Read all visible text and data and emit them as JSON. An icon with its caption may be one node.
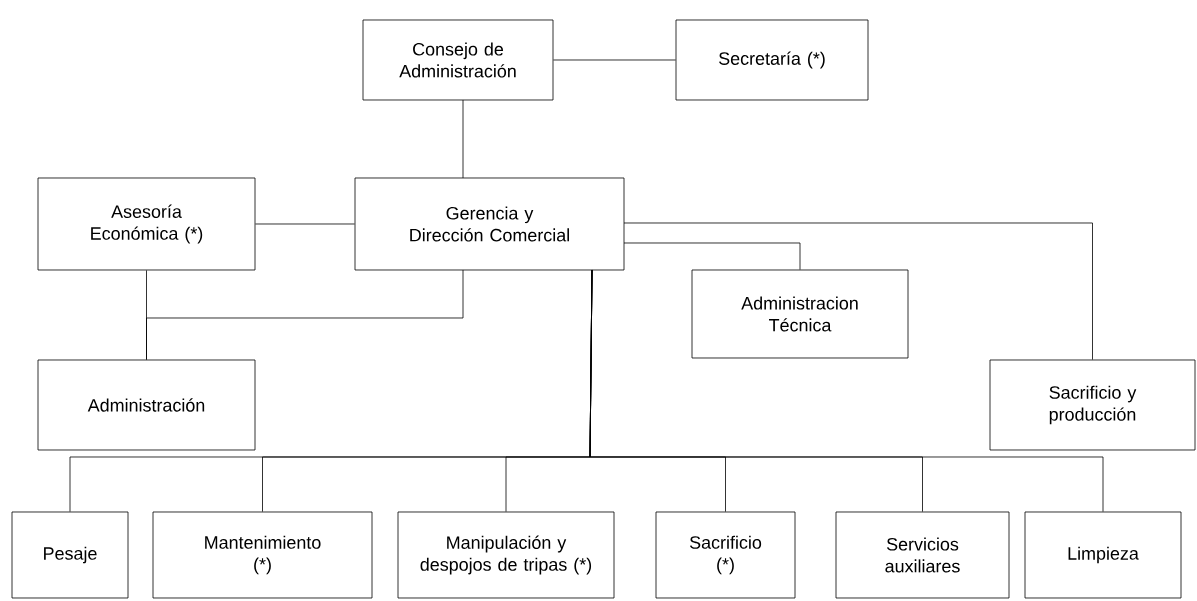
{
  "diagram": {
    "nodes": [
      {
        "text": [
          "Consejo de Administración"
        ]
      },
      {
        "text": [
          "Secretaría (*)"
        ]
      },
      {
        "text": [
          "Asesoría Económica (*)"
        ]
      },
      {
        "text": [
          "Gerencia y Dirección Comercial"
        ]
      },
      {
        "text": [
          "Administracion Técnica"
        ]
      },
      {
        "text": [
          "Administración"
        ]
      },
      {
        "text": [
          "Sacrificio y producción"
        ]
      },
      {
        "text": [
          "Pesaje"
        ]
      },
      {
        "text": [
          "Mantenimiento (*)"
        ]
      },
      {
        "text": [
          "Manipulación y despojos de tripas (*)"
        ]
      },
      {
        "text": [
          "Sacrificio (*)"
        ]
      },
      {
        "text": [
          "Servicios auxiliares"
        ]
      },
      {
        "text": [
          "Limpieza"
        ]
      }
    ],
    "edges": [
      {
        "from": 0,
        "to": 1,
        "arrow": "none"
      },
      {
        "from": 0,
        "to": 3,
        "arrow": "none"
      },
      {
        "from": 2,
        "to": 3,
        "arrow": "none"
      },
      {
        "from": 2,
        "to": 5,
        "arrow": "none"
      },
      {
        "from": 3,
        "to": 5,
        "arrow": "none"
      },
      {
        "from": 3,
        "to": 4,
        "arrow": "none"
      },
      {
        "from": 3,
        "to": 6,
        "arrow": "none"
      },
      {
        "from": 3,
        "to": 7,
        "arrow": "none"
      },
      {
        "from": 3,
        "to": 8,
        "arrow": "none"
      },
      {
        "from": 3,
        "to": 9,
        "arrow": "none"
      },
      {
        "from": 3,
        "to": 10,
        "arrow": "none"
      },
      {
        "from": 3,
        "to": 11,
        "arrow": "none"
      },
      {
        "from": 3,
        "to": 12,
        "arrow": "none"
      }
    ]
  }
}
